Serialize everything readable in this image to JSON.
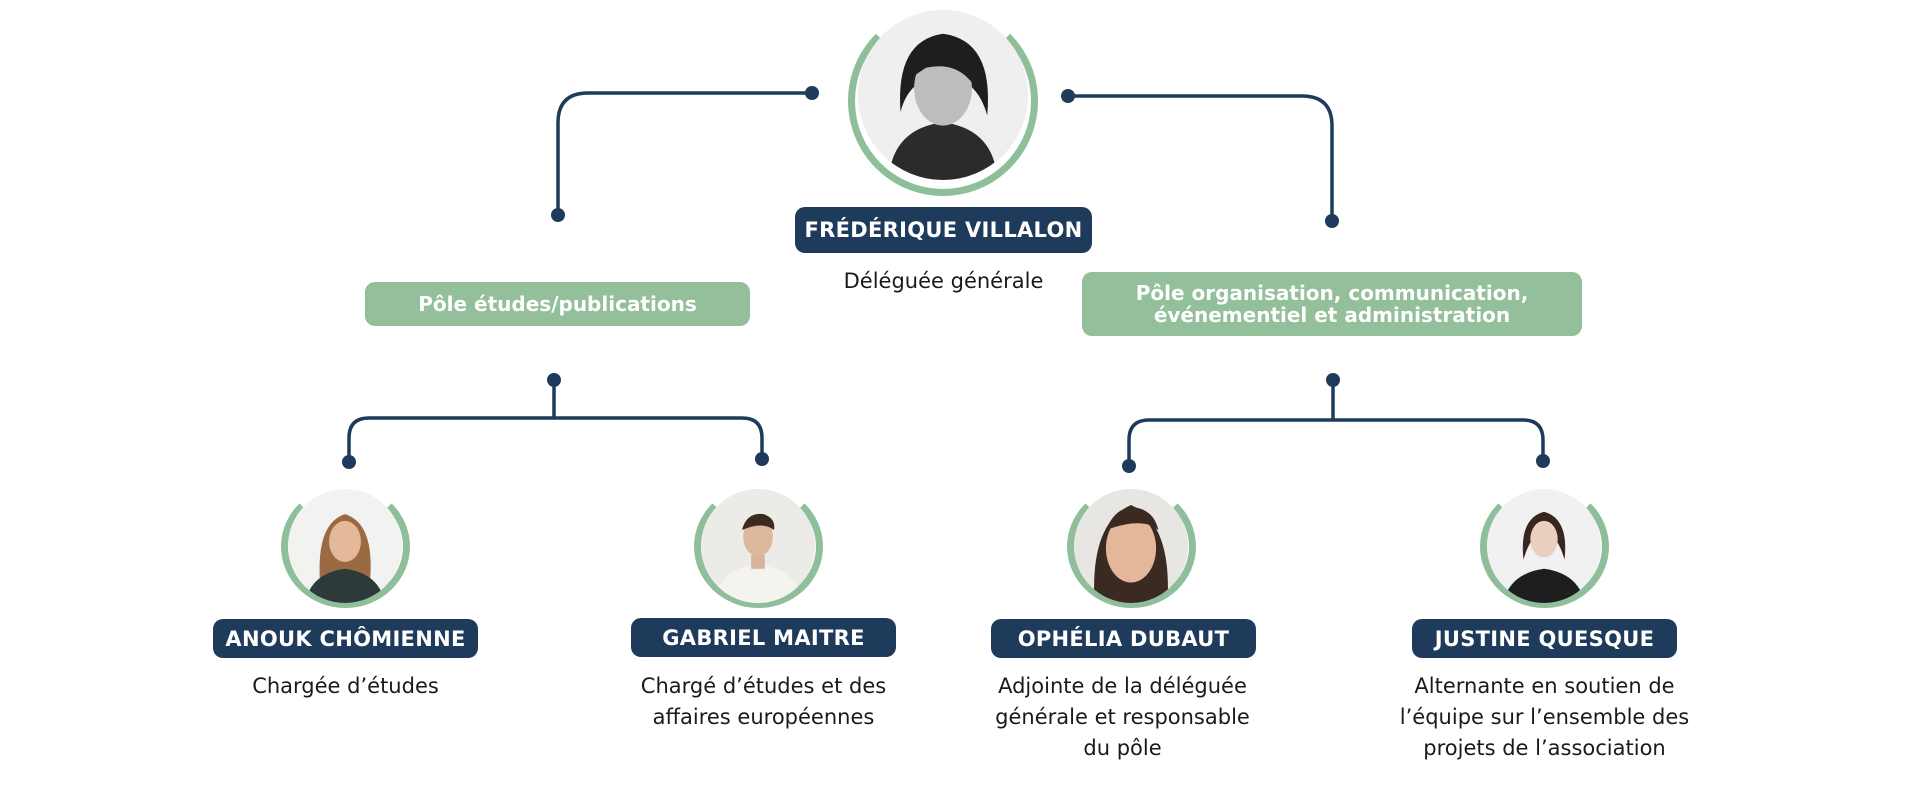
{
  "director": {
    "name": "FRÉDÉRIQUE VILLALON",
    "role": "Déléguée générale"
  },
  "poles": [
    {
      "label": "Pôle études/publications"
    },
    {
      "label": "Pôle organisation, communication,\névénementiel et administration"
    }
  ],
  "members": [
    {
      "name": "ANOUK CHÔMIENNE",
      "role": "Chargée d’études"
    },
    {
      "name": "GABRIEL MAITRE",
      "role": "Chargé d’études et des\naffaires européennes"
    },
    {
      "name": "OPHÉLIA DUBAUT",
      "role": "Adjointe de la déléguée\ngénérale et responsable\ndu pôle"
    },
    {
      "name": "JUSTINE QUESQUE",
      "role": "Alternante en soutien de\nl’équipe sur l’ensemble des\nprojets de l’association"
    }
  ],
  "colors": {
    "navy": "#1f3b5c",
    "sage": "#8fbf9a",
    "text": "#1a1a1a"
  },
  "icons": [
    "portrait-photo"
  ]
}
